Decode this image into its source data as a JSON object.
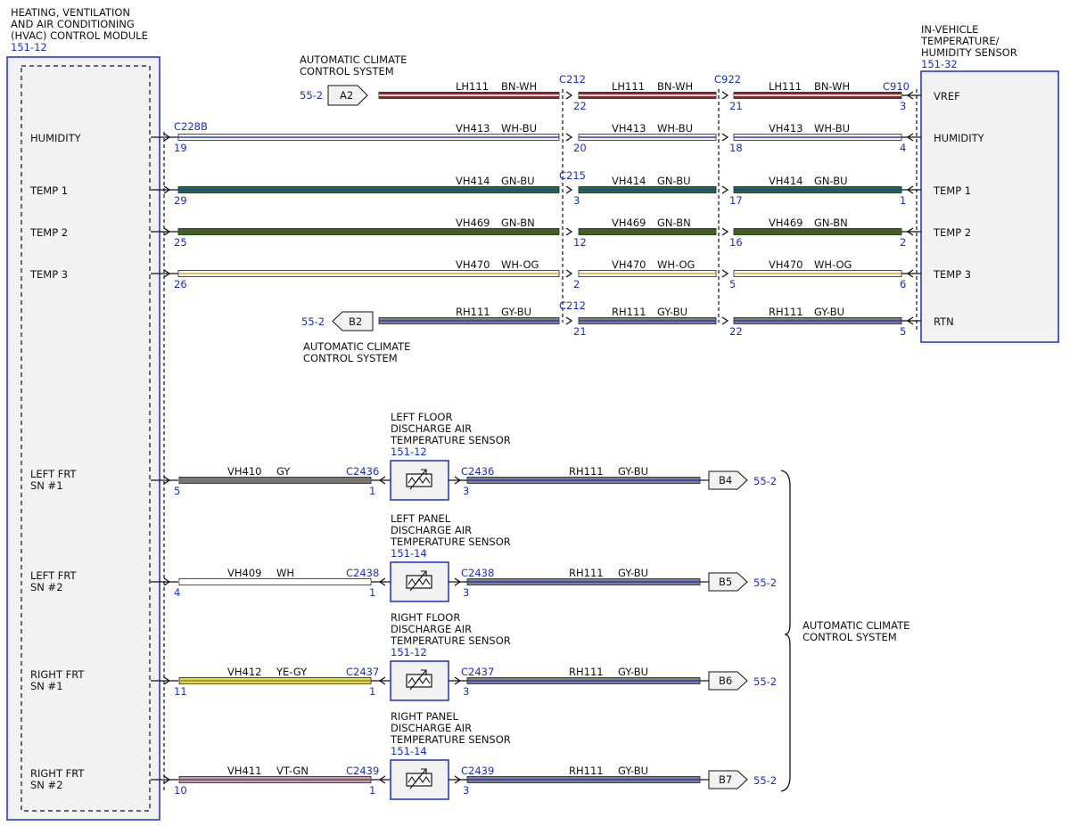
{
  "hvac": {
    "title": [
      "HEATING, VENTILATION",
      "AND AIR CONDITIONING",
      "(HVAC) CONTROL MODULE"
    ],
    "ref": "151-12",
    "connector": "C228B"
  },
  "sensor_unit": {
    "title": [
      "IN-VEHICLE",
      "TEMPERATURE/",
      "HUMIDITY SENSOR"
    ],
    "ref": "151-32",
    "connector": "C910"
  },
  "acs_top": {
    "text": [
      "AUTOMATIC CLIMATE",
      "CONTROL SYSTEM"
    ],
    "page": "55-2",
    "tag": "A2"
  },
  "acs_mid": {
    "text": [
      "AUTOMATIC CLIMATE",
      "CONTROL SYSTEM"
    ],
    "page": "55-2",
    "tag": "B2"
  },
  "acs_right": {
    "text": [
      "AUTOMATIC CLIMATE",
      "CONTROL SYSTEM"
    ]
  },
  "junctions": {
    "c212_top": "C212",
    "c922": "C922",
    "c215": "C215",
    "c212_bot": "C212"
  },
  "top_rows": [
    {
      "left": "",
      "right": "VREF",
      "pins": [
        "",
        "22",
        "21",
        "3"
      ],
      "circuit": "LH111",
      "color": "BN-WH",
      "wire": [
        "#8b2a2a",
        "#ffffff"
      ]
    },
    {
      "left": "HUMIDITY",
      "right": "HUMIDITY",
      "pins": [
        "19",
        "20",
        "18",
        "4"
      ],
      "circuit": "VH413",
      "color": "WH-BU",
      "wire": [
        "#ffffff",
        "#2b3bc8"
      ]
    },
    {
      "left": "TEMP 1",
      "right": "TEMP 1",
      "pins": [
        "29",
        "3",
        "17",
        "1"
      ],
      "circuit": "VH414",
      "color": "GN-BU",
      "wire": [
        "#1d6b2e",
        "#2b3bc8"
      ]
    },
    {
      "left": "TEMP 2",
      "right": "TEMP 2",
      "pins": [
        "25",
        "12",
        "16",
        "2"
      ],
      "circuit": "VH469",
      "color": "GN-BN",
      "wire": [
        "#2d6a1e",
        "#6b4a1e"
      ]
    },
    {
      "left": "TEMP 3",
      "right": "TEMP 3",
      "pins": [
        "26",
        "2",
        "5",
        "6"
      ],
      "circuit": "VH470",
      "color": "WH-OG",
      "wire": [
        "#ffffff",
        "#f0a030"
      ]
    },
    {
      "left": "",
      "right": "RTN",
      "pins": [
        "",
        "21",
        "22",
        "5"
      ],
      "circuit": "RH111",
      "color": "GY-BU",
      "wire": [
        "#808080",
        "#2b3bc8"
      ]
    }
  ],
  "bottom_rows": [
    {
      "left": [
        "LEFT FRT",
        "SN #1"
      ],
      "pin_hvac": "5",
      "circuit": "VH410",
      "color": "GY",
      "conn": "C2436",
      "pin_s1": "1",
      "pin_s3": "3",
      "sensor": [
        "LEFT FLOOR",
        "DISCHARGE AIR",
        "TEMPERATURE SENSOR"
      ],
      "ref": "151-12",
      "ret_circuit": "RH111",
      "ret_color": "GY-BU",
      "tag": "B4",
      "page": "55-2",
      "wire": [
        "#777777",
        "#777777"
      ]
    },
    {
      "left": [
        "LEFT FRT",
        "SN #2"
      ],
      "pin_hvac": "4",
      "circuit": "VH409",
      "color": "WH",
      "conn": "C2438",
      "pin_s1": "1",
      "pin_s3": "3",
      "sensor": [
        "LEFT PANEL",
        "DISCHARGE AIR",
        "TEMPERATURE SENSOR"
      ],
      "ref": "151-14",
      "ret_circuit": "RH111",
      "ret_color": "GY-BU",
      "tag": "B5",
      "page": "55-2",
      "wire": [
        "#ffffff",
        "#ffffff"
      ]
    },
    {
      "left": [
        "RIGHT FRT",
        "SN #1"
      ],
      "pin_hvac": "11",
      "circuit": "VH412",
      "color": "YE-GY",
      "conn": "C2437",
      "pin_s1": "1",
      "pin_s3": "3",
      "sensor": [
        "RIGHT FLOOR",
        "DISCHARGE AIR",
        "TEMPERATURE SENSOR"
      ],
      "ref": "151-12",
      "ret_circuit": "RH111",
      "ret_color": "GY-BU",
      "tag": "B6",
      "page": "55-2",
      "wire": [
        "#e8e020",
        "#808080"
      ]
    },
    {
      "left": [
        "RIGHT FRT",
        "SN #2"
      ],
      "pin_hvac": "10",
      "circuit": "VH411",
      "color": "VT-GN",
      "conn": "C2439",
      "pin_s1": "1",
      "pin_s3": "3",
      "sensor": [
        "RIGHT PANEL",
        "DISCHARGE AIR",
        "TEMPERATURE SENSOR"
      ],
      "ref": "151-14",
      "ret_circuit": "RH111",
      "ret_color": "GY-BU",
      "tag": "B7",
      "page": "55-2",
      "wire": [
        "#d890c8",
        "#2d6a1e"
      ]
    }
  ]
}
